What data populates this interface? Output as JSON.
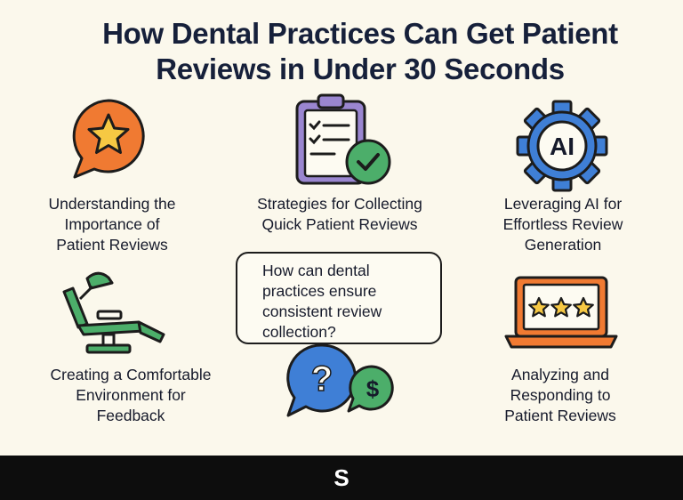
{
  "title": {
    "line1": "How Dental Practices Can Get Patient",
    "line2": "Reviews in Under 30 Seconds"
  },
  "items": [
    {
      "icon": "star-speech-bubble-icon",
      "lines": [
        "Understanding the",
        "Importance of",
        "Patient Reviews"
      ]
    },
    {
      "icon": "clipboard-checklist-icon",
      "lines": [
        "Strategies for Collecting",
        "Quick Patient Reviews"
      ]
    },
    {
      "icon": "ai-gear-icon",
      "icon_text": "AI",
      "lines": [
        "Leveraging AI for",
        "Effortless Review",
        "Generation"
      ]
    },
    {
      "icon": "dental-chair-icon",
      "lines": [
        "Creating a Comfortable",
        "Environment for",
        "Feedback"
      ]
    },
    {
      "icon": "laptop-stars-icon",
      "lines": [
        "Analyzing and",
        "Responding to",
        "Patient Reviews"
      ]
    }
  ],
  "question": {
    "lines": [
      "How can dental",
      "practices ensure",
      "consistent review",
      "collection?"
    ],
    "icons": [
      "question-bubble-icon",
      "dollar-bubble-icon"
    ],
    "question_mark": "?",
    "dollar_mark": "$"
  },
  "footer": {
    "logo": "S"
  },
  "colors": {
    "background": "#fbf8ec",
    "orange": "#f07a32",
    "yellow": "#f6c843",
    "purple": "#9a86d0",
    "green": "#4cae6a",
    "blue": "#3f7fd6",
    "footer": "#0d0d0d"
  }
}
